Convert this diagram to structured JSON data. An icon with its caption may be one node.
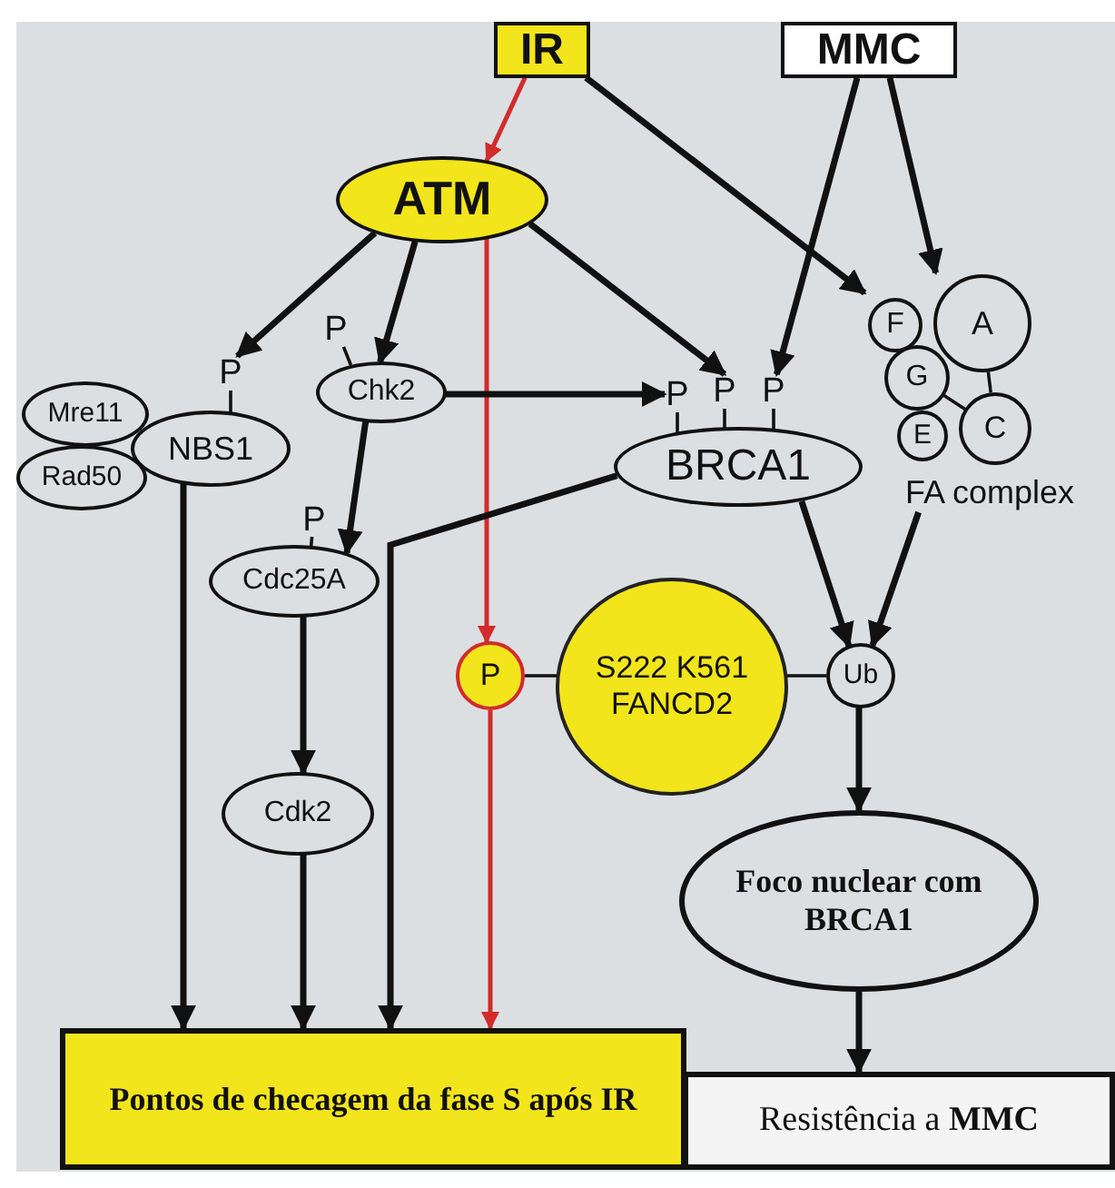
{
  "diagram": {
    "nodes": [
      {
        "text": [
          "IR"
        ]
      },
      {
        "text": [
          "MMC"
        ]
      },
      {
        "text": [
          "ATM"
        ]
      },
      {
        "text": [
          "Mre11"
        ]
      },
      {
        "text": [
          "Rad50"
        ]
      },
      {
        "text": [
          "NBS1"
        ]
      },
      {
        "text": [
          "Chk2"
        ]
      },
      {
        "text": [
          "Cdc25A"
        ]
      },
      {
        "text": [
          "Cdk2"
        ]
      },
      {
        "text": [
          "BRCA1"
        ]
      },
      {
        "text": [
          "FA complex"
        ]
      },
      {
        "text": [
          "F"
        ],
        "in": 10
      },
      {
        "text": [
          "A"
        ],
        "in": 10
      },
      {
        "text": [
          "G"
        ],
        "in": 10
      },
      {
        "text": [
          "E"
        ],
        "in": 10
      },
      {
        "text": [
          "C"
        ],
        "in": 10
      },
      {
        "text": [
          "P"
        ]
      },
      {
        "text": [
          "S222 K561",
          "FANCD2"
        ]
      },
      {
        "text": [
          "Ub"
        ]
      },
      {
        "text": [
          "Foco nuclear com BRCA1"
        ]
      },
      {
        "text": [
          "Pontos de checagem da fase S após IR"
        ]
      },
      {
        "text": [
          "Resistência a **MMC**"
        ]
      },
      {
        "text": [
          "P"
        ]
      },
      {
        "text": [
          "P"
        ]
      },
      {
        "text": [
          "P"
        ]
      },
      {
        "text": [
          "P"
        ]
      },
      {
        "text": [
          "P"
        ]
      },
      {
        "text": [
          "P"
        ]
      }
    ],
    "edges": [
      {
        "from": 0,
        "to": 2,
        "arrow": "to",
        "color": "#d22b2b"
      },
      {
        "from": 0,
        "to": 10,
        "arrow": "to"
      },
      {
        "from": 1,
        "to": 27,
        "arrow": "to"
      },
      {
        "from": 1,
        "to": 10,
        "arrow": "to"
      },
      {
        "from": 2,
        "to": 22,
        "arrow": "to"
      },
      {
        "from": 2,
        "to": 6,
        "arrow": "to"
      },
      {
        "from": 2,
        "to": 26,
        "arrow": "to"
      },
      {
        "from": 2,
        "to": 16,
        "arrow": "to",
        "color": "#d22b2b"
      },
      {
        "from": 6,
        "to": 25,
        "arrow": "to"
      },
      {
        "from": 6,
        "to": 7,
        "arrow": "to"
      },
      {
        "from": 7,
        "to": 8,
        "arrow": "to"
      },
      {
        "from": 8,
        "to": 20,
        "arrow": "to"
      },
      {
        "from": 5,
        "to": 20,
        "arrow": "to"
      },
      {
        "from": 9,
        "to": 20,
        "arrow": "to"
      },
      {
        "from": 16,
        "to": 20,
        "arrow": "to",
        "color": "#d22b2b"
      },
      {
        "from": 9,
        "to": 18,
        "arrow": "to"
      },
      {
        "from": 10,
        "to": 18,
        "arrow": "to"
      },
      {
        "from": 18,
        "to": 19,
        "arrow": "to"
      },
      {
        "from": 19,
        "to": 21,
        "arrow": "to"
      },
      {
        "from": 16,
        "to": 17,
        "arrow": "none"
      },
      {
        "from": 17,
        "to": 18,
        "arrow": "none"
      },
      {
        "from": 22,
        "to": 5,
        "arrow": "none"
      },
      {
        "from": 23,
        "to": 6,
        "arrow": "none"
      },
      {
        "from": 24,
        "to": 7,
        "arrow": "none"
      },
      {
        "from": 25,
        "to": 9,
        "arrow": "none"
      },
      {
        "from": 26,
        "to": 9,
        "arrow": "none"
      },
      {
        "from": 27,
        "to": 9,
        "arrow": "none"
      },
      {
        "from": 12,
        "to": 15,
        "arrow": "none"
      },
      {
        "from": 13,
        "to": 15,
        "arrow": "none"
      }
    ]
  }
}
